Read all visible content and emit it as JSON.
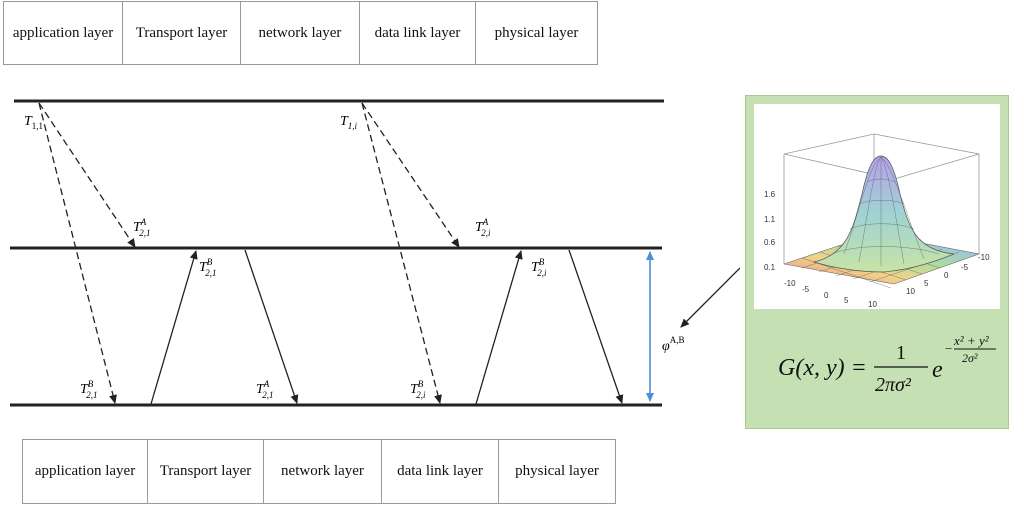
{
  "top_layers": [
    "application layer",
    "Transport layer",
    "network layer",
    "data link layer",
    "physical layer"
  ],
  "bottom_layers": [
    "application layer",
    "Transport layer",
    "network layer",
    "data link layer",
    "physical layer"
  ],
  "timing_labels": {
    "t11": {
      "base": "T",
      "sub": "1,1",
      "sup": ""
    },
    "t1i": {
      "base": "T",
      "sub": "1,i",
      "sup": ""
    },
    "t2A1_mid": {
      "base": "T",
      "sub": "2,1",
      "sup": "A"
    },
    "t2Ai_mid": {
      "base": "T",
      "sub": "2,i",
      "sup": "A"
    },
    "t2B1_mid": {
      "base": "T",
      "sub": "2,1",
      "sup": "B"
    },
    "t2Bi_mid": {
      "base": "T",
      "sub": "2,i",
      "sup": "B"
    },
    "t2B1_bot": {
      "base": "T",
      "sub": "2,1",
      "sup": "B"
    },
    "t2A1_bot": {
      "base": "T",
      "sub": "2,1",
      "sup": "A"
    },
    "t2Bi_bot": {
      "base": "T",
      "sub": "2,i",
      "sup": "B"
    }
  },
  "phi_label": {
    "base": "φ",
    "sup": "A,B"
  },
  "formula": {
    "lhs": "G(x, y) =",
    "numerator": "1",
    "denominator": "2πσ²",
    "base": "e",
    "exp_num": "x² + y²",
    "exp_den": "2σ²",
    "exp_sign": "−"
  },
  "plot": {
    "z_ticks": [
      "1.6",
      "1.1",
      "0.6",
      "0.1"
    ],
    "x_ticks": [
      "-10",
      "-5",
      "0",
      "5",
      "10"
    ],
    "y_ticks": [
      "10",
      "5",
      "0",
      "-5",
      "-10"
    ]
  },
  "colors": {
    "line": "#222222",
    "phi_arrow": "#4a90d9",
    "panel_bg": "#c5e0b3"
  }
}
